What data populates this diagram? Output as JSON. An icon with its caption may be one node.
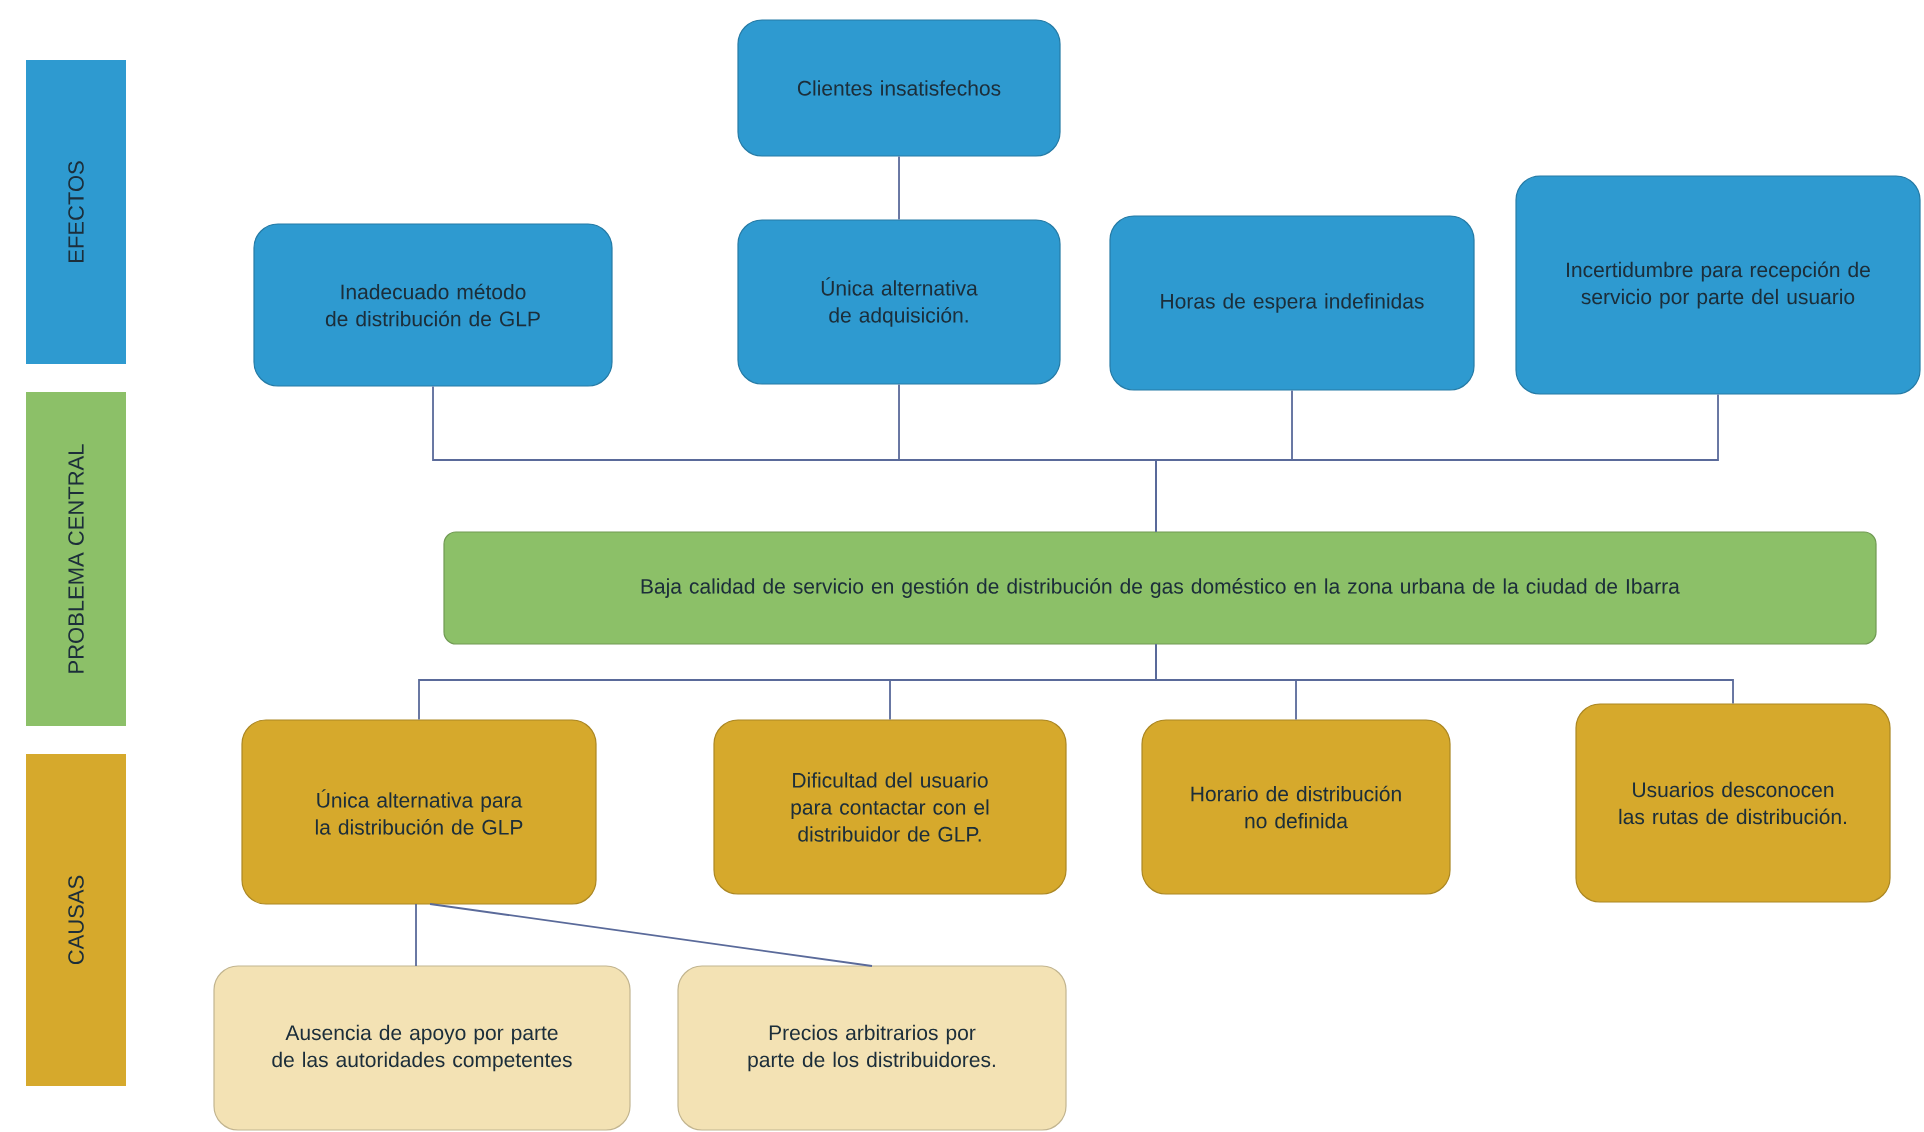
{
  "diagram": {
    "nodes": [
      {
        "text": [
          "EFECTOS"
        ]
      },
      {
        "text": [
          "PROBLEMA CENTRAL"
        ]
      },
      {
        "text": [
          "CAUSAS"
        ]
      },
      {
        "text": [
          "Clientes insatisfechos"
        ]
      },
      {
        "text": [
          "Inadecuado método de distribución de GLP"
        ]
      },
      {
        "text": [
          "Única alternativa de adquisición."
        ]
      },
      {
        "text": [
          "Horas  de espera indefinidas"
        ]
      },
      {
        "text": [
          "Incertidumbre para recepción de  servicio por parte del usuario"
        ]
      },
      {
        "text": [
          "Baja calidad de servicio en gestión de distribución de gas doméstico en la zona urbana de la ciudad de Ibarra"
        ]
      },
      {
        "text": [
          "Única alternativa para la distribución de GLP"
        ]
      },
      {
        "text": [
          "Dificultad del usuario para contactar con el distribuidor de GLP."
        ]
      },
      {
        "text": [
          "Horario de distribución no definida"
        ]
      },
      {
        "text": [
          "Usuarios desconocen las rutas de distribución."
        ]
      },
      {
        "text": [
          "Ausencia de apoyo por parte de las autoridades competentes"
        ]
      },
      {
        "text": [
          "Precios arbitrarios por parte de los distribuidores."
        ]
      }
    ],
    "edges": [
      {
        "from": 3,
        "to": 5,
        "arrow": "none"
      },
      {
        "from": 4,
        "to": 8,
        "arrow": "none"
      },
      {
        "from": 5,
        "to": 8,
        "arrow": "none"
      },
      {
        "from": 6,
        "to": 8,
        "arrow": "none"
      },
      {
        "from": 7,
        "to": 8,
        "arrow": "none"
      },
      {
        "from": 8,
        "to": 9,
        "arrow": "none"
      },
      {
        "from": 8,
        "to": 10,
        "arrow": "none"
      },
      {
        "from": 8,
        "to": 11,
        "arrow": "none"
      },
      {
        "from": 8,
        "to": 12,
        "arrow": "none"
      },
      {
        "from": 9,
        "to": 13,
        "arrow": "none"
      },
      {
        "from": 9,
        "to": 14,
        "arrow": "none"
      }
    ]
  }
}
